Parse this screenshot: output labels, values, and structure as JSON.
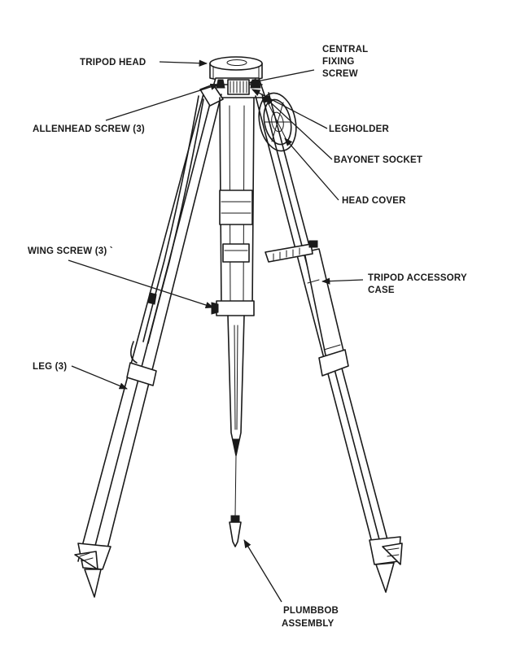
{
  "figure": {
    "labels": {
      "tripod_head": "TRIPOD HEAD",
      "central_fixing_screw_1": "CENTRAL",
      "central_fixing_screw_2": "FIXING",
      "central_fixing_screw_3": "SCREW",
      "allenhead_screw": "ALLENHEAD SCREW (3)",
      "legholder": "LEGHOLDER",
      "bayonet_socket": "BAYONET SOCKET",
      "head_cover": "HEAD COVER",
      "wing_screw": "WING SCREW (3) `",
      "tripod_accessory_case_1": "TRIPOD ACCESSORY",
      "tripod_accessory_case_2": "CASE",
      "leg": "LEG (3)",
      "plumbbob_assembly_1": "PLUMBBOB",
      "plumbbob_assembly_2": "ASSEMBLY"
    }
  }
}
